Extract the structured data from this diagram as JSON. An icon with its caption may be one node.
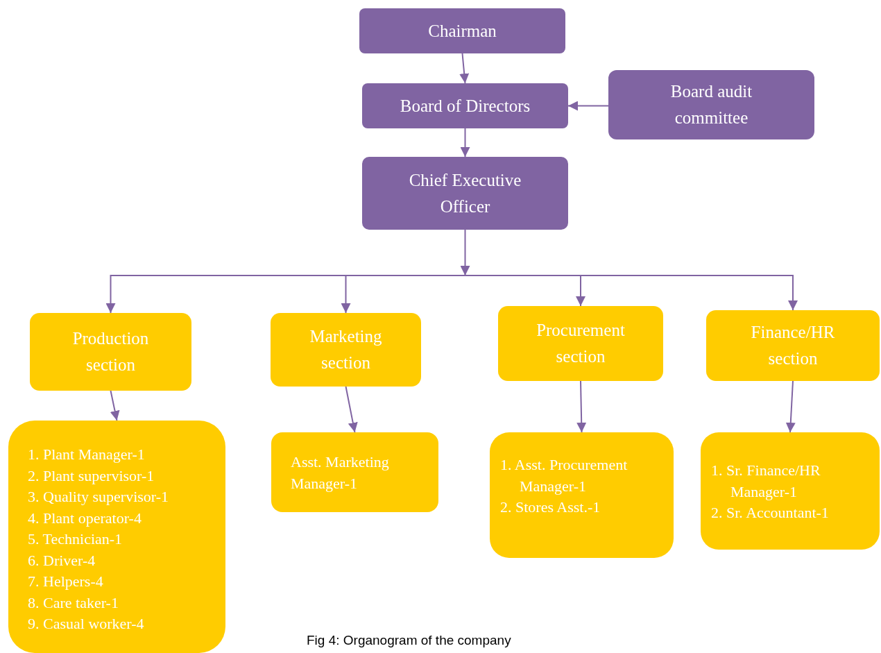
{
  "diagram": {
    "caption": "Fig 4: Organogram of the company",
    "nodes": [
      {
        "text": [
          "Chairman"
        ]
      },
      {
        "text": [
          "Board of Directors"
        ]
      },
      {
        "text": [
          "Board audit committee"
        ]
      },
      {
        "text": [
          "Chief Executive Officer"
        ]
      },
      {
        "text": [
          "Production section"
        ]
      },
      {
        "text": [
          "Marketing section"
        ]
      },
      {
        "text": [
          "Procurement section"
        ]
      },
      {
        "text": [
          "Finance/HR section"
        ]
      },
      {
        "text": [
          "1. Plant Manager-1",
          "2. Plant supervisor-1",
          "3. Quality supervisor-1",
          "4. Plant operator-4",
          "5. Technician-1",
          "6. Driver-4",
          "7. Helpers-4",
          "8. Care taker-1",
          "9. Casual worker-4"
        ]
      },
      {
        "text": [
          "Asst. Marketing Manager-1"
        ]
      },
      {
        "text": [
          "1. Asst. Procurement Manager-1",
          "2. Stores Asst.-1"
        ]
      },
      {
        "text": [
          "1. Sr. Finance/HR Manager-1",
          "2. Sr. Accountant-1"
        ]
      }
    ],
    "edges": [
      {
        "from": 0,
        "to": 1,
        "arrow": "to"
      },
      {
        "from": 2,
        "to": 1,
        "arrow": "to"
      },
      {
        "from": 1,
        "to": 3,
        "arrow": "to"
      },
      {
        "from": 3,
        "to": 4,
        "arrow": "to"
      },
      {
        "from": 3,
        "to": 5,
        "arrow": "to"
      },
      {
        "from": 3,
        "to": 6,
        "arrow": "to"
      },
      {
        "from": 3,
        "to": 7,
        "arrow": "to"
      },
      {
        "from": 4,
        "to": 8,
        "arrow": "to"
      },
      {
        "from": 5,
        "to": 9,
        "arrow": "to"
      },
      {
        "from": 6,
        "to": 10,
        "arrow": "to"
      },
      {
        "from": 7,
        "to": 11,
        "arrow": "to"
      }
    ]
  }
}
